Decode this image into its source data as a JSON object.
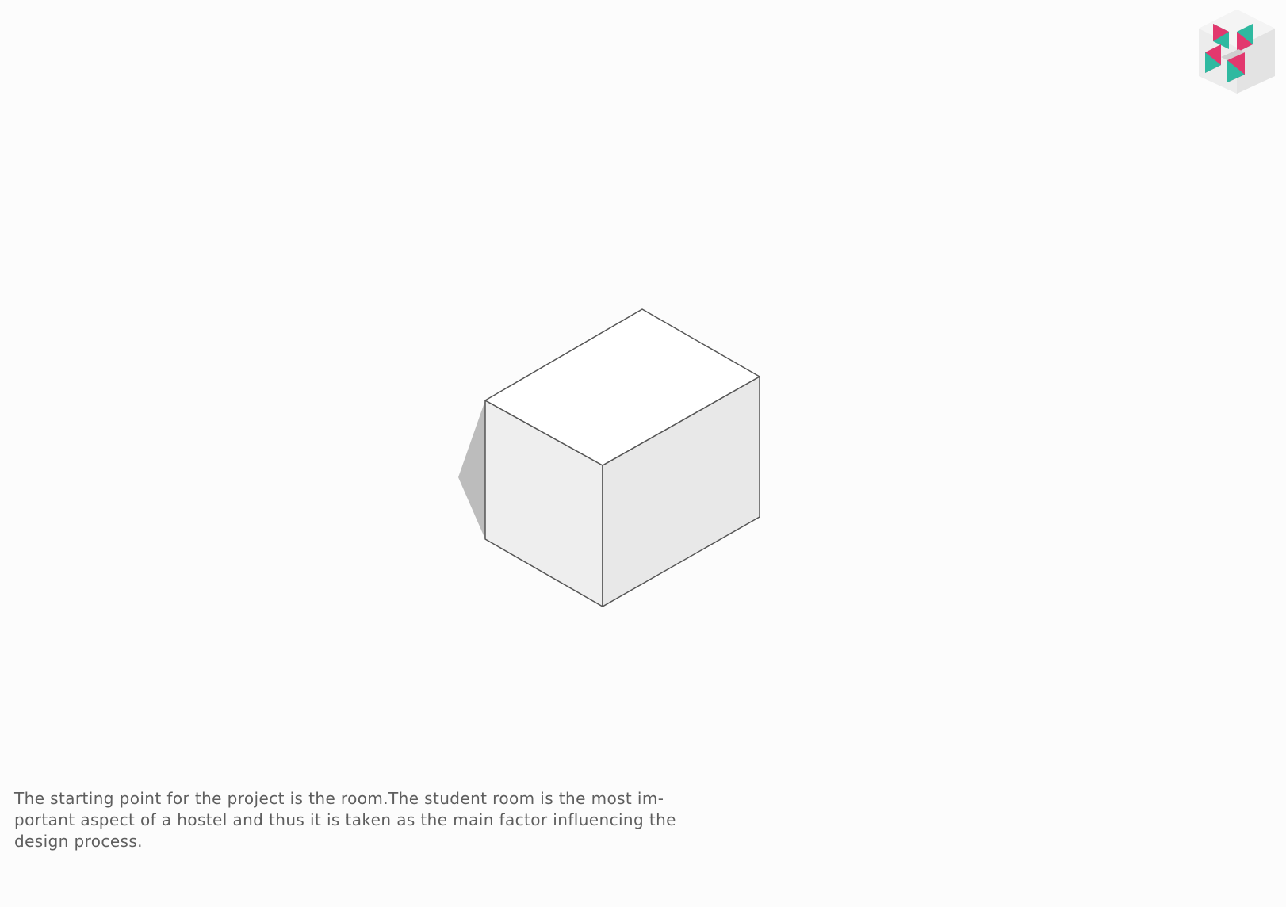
{
  "caption": {
    "lines": [
      "The starting point for the project is the room.The student room is the most im-",
      "portant aspect of a hostel and thus it is taken as the main factor influencing the",
      "design process."
    ]
  },
  "logo": {
    "icon": "hostel-cubes-logo",
    "colors": {
      "teal": "#2fb9a0",
      "magenta": "#e2386e",
      "gray": "#d9d9d9"
    }
  },
  "room_block": {
    "icon": "isometric-room-box",
    "colors": {
      "top_face": "#ffffff",
      "left_face": "#eeeeee",
      "right_face": "#e9e9e9",
      "shadow": "#bcbcbc",
      "edge": "#555555"
    }
  }
}
